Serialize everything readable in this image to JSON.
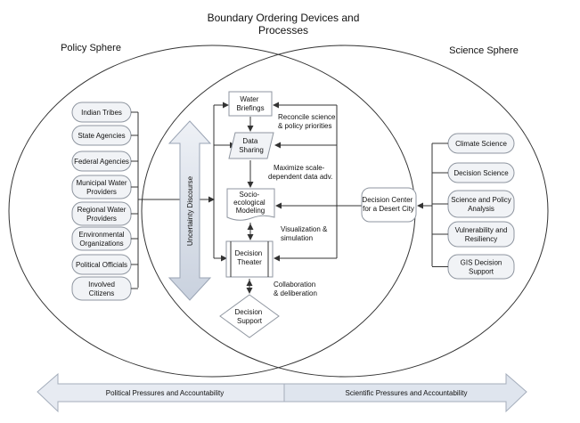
{
  "title_line1": "Boundary Ordering Devices and",
  "title_line2": "Processes",
  "policy_sphere": "Policy Sphere",
  "science_sphere": "Science Sphere",
  "policy_actors": [
    [
      "Indian Tribes"
    ],
    [
      "State Agencies"
    ],
    [
      "Federal Agencies"
    ],
    [
      "Municipal Water",
      "Providers"
    ],
    [
      "Regional Water",
      "Providers"
    ],
    [
      "Environmental",
      "Organizations"
    ],
    [
      "Political Officials"
    ],
    [
      "Involved",
      "Citizens"
    ]
  ],
  "science_actors": [
    [
      "Climate Science"
    ],
    [
      "Decision Science"
    ],
    [
      "Science and Policy",
      "Analysis"
    ],
    [
      "Vulnerability and",
      "Resiliency"
    ],
    [
      "GIS Decision",
      "Support"
    ]
  ],
  "center": {
    "water_briefings": [
      "Water",
      "Briefings"
    ],
    "data_sharing": [
      "Data",
      "Sharing"
    ],
    "socio_modeling": [
      "Socio-",
      "ecological",
      "Modeling"
    ],
    "decision_theater": [
      "Decision",
      "Theater"
    ],
    "decision_support": [
      "Decision",
      "Support"
    ],
    "dcdc": [
      "Decision Center",
      "for a Desert City"
    ]
  },
  "process_labels": {
    "reconcile": [
      "Reconcile science",
      "& policy priorities"
    ],
    "maximize": [
      "Maximize scale-",
      "dependent data adv."
    ],
    "visualization": [
      "Visualization &",
      "simulation"
    ],
    "collaboration": [
      "Collaboration",
      "& deliberation"
    ]
  },
  "uncertainty": "Uncertainty Discourse",
  "bottom_left": "Political Pressures and Accountability",
  "bottom_right": "Scientific Pressures and Accountability"
}
